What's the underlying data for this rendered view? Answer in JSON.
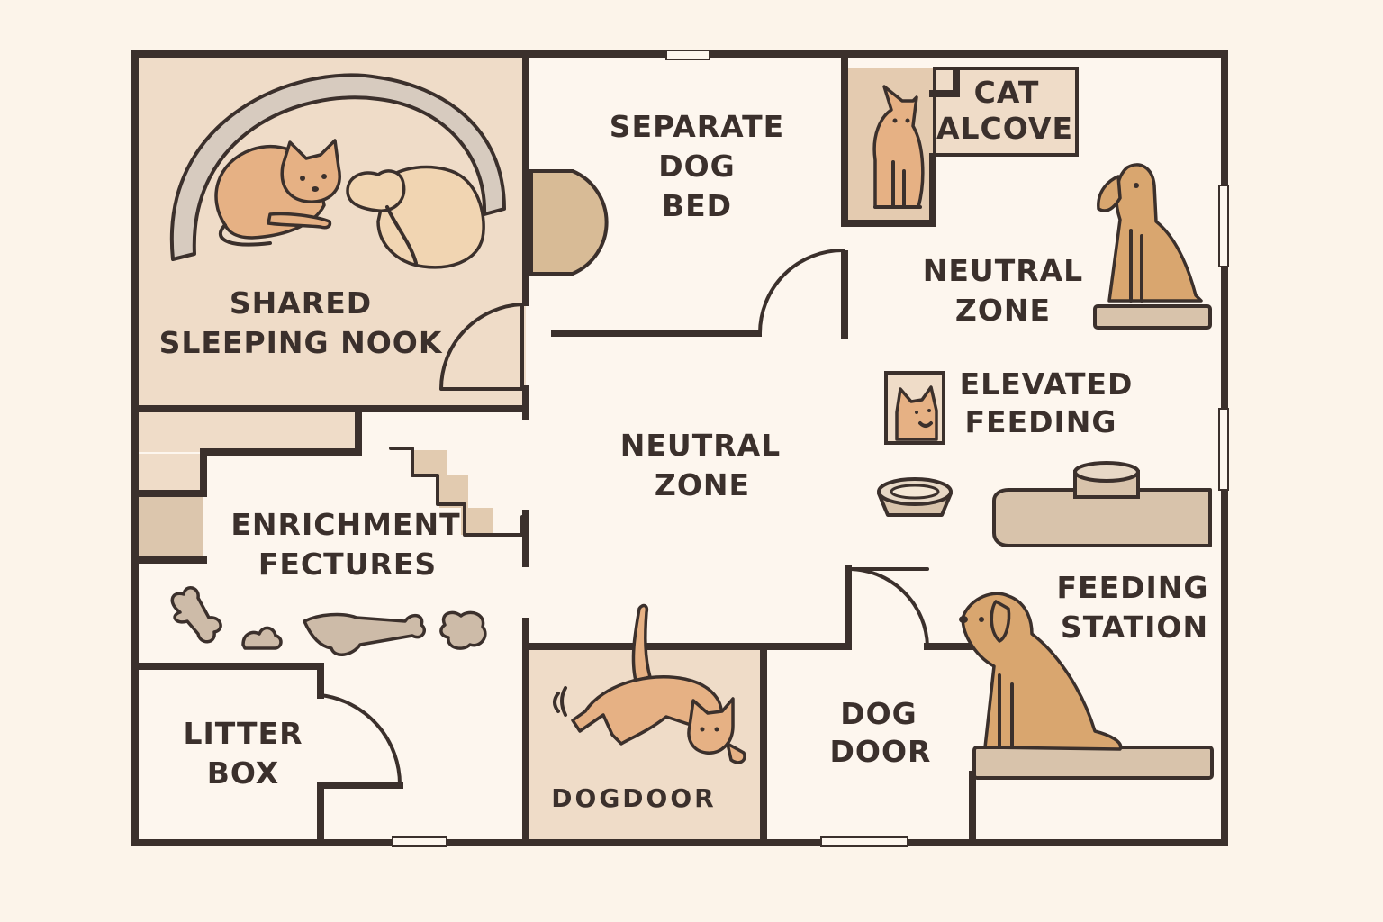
{
  "colors": {
    "background": "#fcf4ea",
    "wall": "#3b302c",
    "floor": "#fdf6ee",
    "shaded_floor": "#efdcc8",
    "cat_fur": "#e6b184",
    "dog_fur": "#d9a66f"
  },
  "rooms": {
    "shared_sleeping_nook": {
      "line1": "SHARED",
      "line2": "SLEEPING NOOK"
    },
    "separate_dog_bed": {
      "line1": "SEPARATE",
      "line2": "DOG",
      "line3": "BED"
    },
    "cat_alcove": {
      "line1": "CAT",
      "line2": "ALCOVE"
    },
    "neutral_zone_right": {
      "line1": "NEUTRAL",
      "line2": "ZONE"
    },
    "elevated_feeding": {
      "line1": "ELEVATED",
      "line2": "FEEDING"
    },
    "neutral_zone_center": {
      "line1": "NEUTRAL",
      "line2": "ZONE"
    },
    "enrichment_fixtures": {
      "line1": "ENRICHMENT",
      "line2": "FECTURES"
    },
    "litter_box": {
      "line1": "LITTER",
      "line2": "BOX"
    },
    "dog_door_small": {
      "text": "DOGDOOR"
    },
    "dog_door": {
      "line1": "DOG",
      "line2": "DOOR"
    },
    "feeding_station": {
      "line1": "FEEDING",
      "line2": "STATION"
    }
  },
  "icons": [
    "cat-sleeping-icon",
    "dog-sleeping-icon",
    "cat-sitting-icon",
    "dog-sitting-icon",
    "cat-portrait-icon",
    "food-bowl-icon",
    "bone-toy-icon",
    "cat-stretching-icon"
  ]
}
